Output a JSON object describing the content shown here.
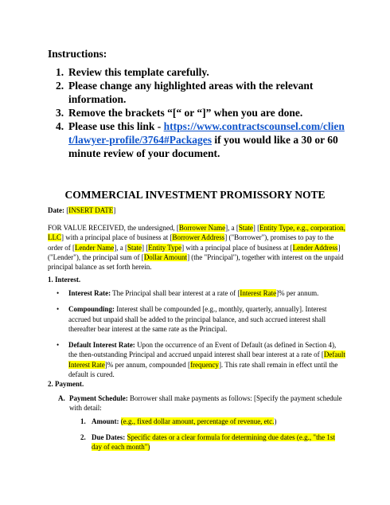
{
  "instructions": {
    "heading": "Instructions:",
    "items": [
      {
        "num": "1.",
        "text": "Review this template carefully."
      },
      {
        "num": "2.",
        "text": "Please change any highlighted areas with the relevant information."
      },
      {
        "num": "3.",
        "text": "Remove the brackets “[“ or “]” when you are done."
      },
      {
        "num": "4.",
        "text_before": "Please use this link - ",
        "link": "https://www.contractscounsel.com/client/lawyer-profile/3764#Packages",
        "text_after": " if you would like a 30 or 60 minute review of your document."
      }
    ]
  },
  "document": {
    "title": "COMMERCIAL INVESTMENT PROMISSORY NOTE",
    "date_label": "Date:",
    "date_value": "INSERT DATE",
    "intro": {
      "p1": "FOR VALUE RECEIVED, the undersigned, [",
      "borrower_name": "Borrower Name",
      "p2": "], a [",
      "state1": "State",
      "p3": "] [",
      "entity_type": "Entity Type, e.g., corporation, LLC",
      "p4": "] with a principal place of business at [",
      "borrower_address": "Borrower Address",
      "p5": "] (\"Borrower\"), promises to pay to the order of [",
      "lender_name": "Lender Name",
      "p6": "], a [",
      "state2": "State",
      "p7": "] [",
      "entity_type2": "Entity Type",
      "p8": "] with a principal place of business at [",
      "lender_address": "Lender Address",
      "p9": "] (\"Lender\"), the principal sum of [",
      "dollar_amount": "Dollar Amount",
      "p10": "] (the \"Principal\"), together with interest on the unpaid principal balance as set forth herein."
    },
    "section1": {
      "heading": "1. Interest.",
      "interest_rate_label": "Interest Rate:",
      "interest_rate_pre": " The Principal shall bear interest at a rate of [",
      "interest_rate_hl": "Interest Rate",
      "interest_rate_post": "]% per annum.",
      "compounding_label": "Compounding:",
      "compounding_text": " Interest shall be compounded [e.g., monthly, quarterly, annually]. Interest accrued but unpaid shall be added to the principal balance, and such accrued interest shall thereafter bear interest at the same rate as the Principal.",
      "default_label": "Default Interest Rate:",
      "default_pre": " Upon the occurrence of an Event of Default (as defined in Section 4), the then-outstanding Principal and accrued unpaid interest shall bear interest at a rate of [",
      "default_hl": "Default Interest Rate",
      "default_mid": "]% per annum, compounded [",
      "frequency_hl": "frequency",
      "default_post": "]. This rate shall remain in effect until the default is cured."
    },
    "section2": {
      "heading": "2. Payment.",
      "a_label": "A.",
      "a_title": "Payment Schedule:",
      "a_text": " Borrower shall make payments as follows: [Specify the payment schedule with detail:",
      "item1_num": "1.",
      "item1_label": "Amount:",
      "item1_hl": "(e.g., fixed dollar amount, percentage of revenue, etc.",
      "item1_post": ")",
      "item2_num": "2.",
      "item2_label": "Due Dates:",
      "item2_hl": "Specific dates or a clear formula for determining due dates (e.g., \"the 1st day of each month\")"
    }
  }
}
